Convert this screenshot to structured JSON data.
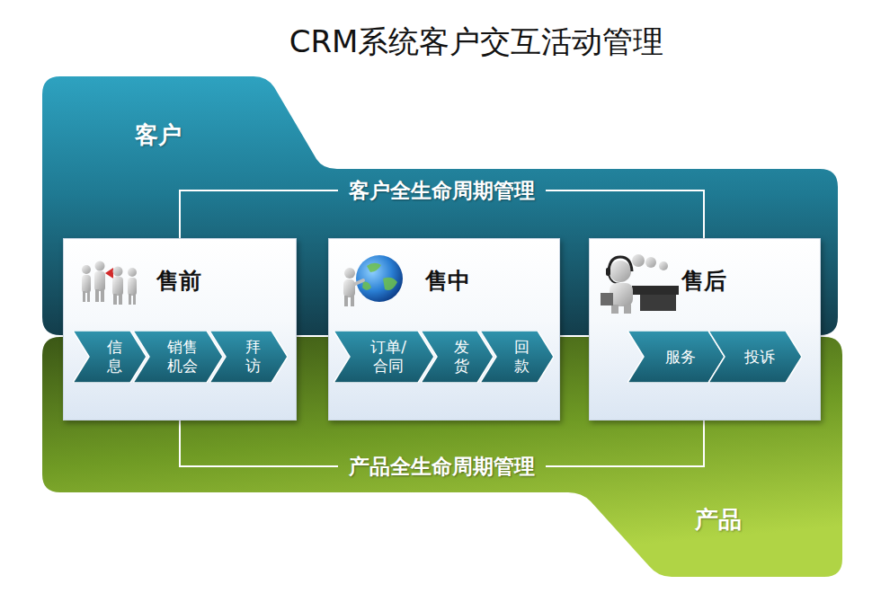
{
  "diagram": {
    "title": "CRM系统客户交互活动管理",
    "nodes": [
      {
        "text": [
          "客户"
        ]
      },
      {
        "text": [
          "产品"
        ]
      },
      {
        "text": [
          "售前"
        ]
      },
      {
        "text": [
          "信 息"
        ],
        "in": 2
      },
      {
        "text": [
          "销售 机会"
        ],
        "in": 2
      },
      {
        "text": [
          "拜 访"
        ],
        "in": 2
      },
      {
        "text": [
          "售中"
        ]
      },
      {
        "text": [
          "订单/ 合同"
        ],
        "in": 6
      },
      {
        "text": [
          "发 货"
        ],
        "in": 6
      },
      {
        "text": [
          "回 款"
        ],
        "in": 6
      },
      {
        "text": [
          "售后"
        ]
      },
      {
        "text": [
          "服务"
        ],
        "in": 10
      },
      {
        "text": [
          "投诉"
        ],
        "in": 10
      }
    ],
    "edges": [
      {
        "from": 2,
        "to": 10,
        "arrow": "none",
        "label": "客户全生命周期管理"
      },
      {
        "from": 2,
        "to": 10,
        "arrow": "none",
        "label": "产品全生命周期管理"
      }
    ]
  }
}
